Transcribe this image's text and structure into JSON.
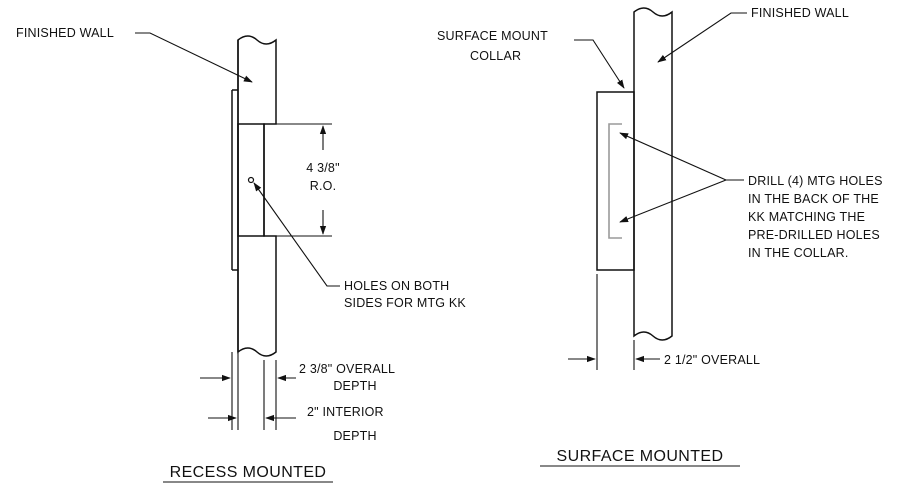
{
  "recess": {
    "title": "RECESS MOUNTED",
    "finished_wall": "FINISHED WALL",
    "rough_opening_1": "4 3/8\"",
    "rough_opening_2": "R.O.",
    "holes_1": "HOLES ON BOTH",
    "holes_2": "SIDES FOR MTG KK",
    "overall_1": "2 3/8\" OVERALL",
    "overall_2": "DEPTH",
    "interior_1": "2\" INTERIOR",
    "interior_2": "DEPTH"
  },
  "surface": {
    "title": "SURFACE MOUNTED",
    "collar_1": "SURFACE MOUNT",
    "collar_2": "COLLAR",
    "finished_wall": "FINISHED WALL",
    "drill_1": "DRILL (4) MTG HOLES",
    "drill_2": "IN THE BACK OF THE",
    "drill_3": "KK MATCHING THE",
    "drill_4": "PRE-DRILLED HOLES",
    "drill_5": "IN THE COLLAR.",
    "overall": "2 1/2\" OVERALL"
  }
}
